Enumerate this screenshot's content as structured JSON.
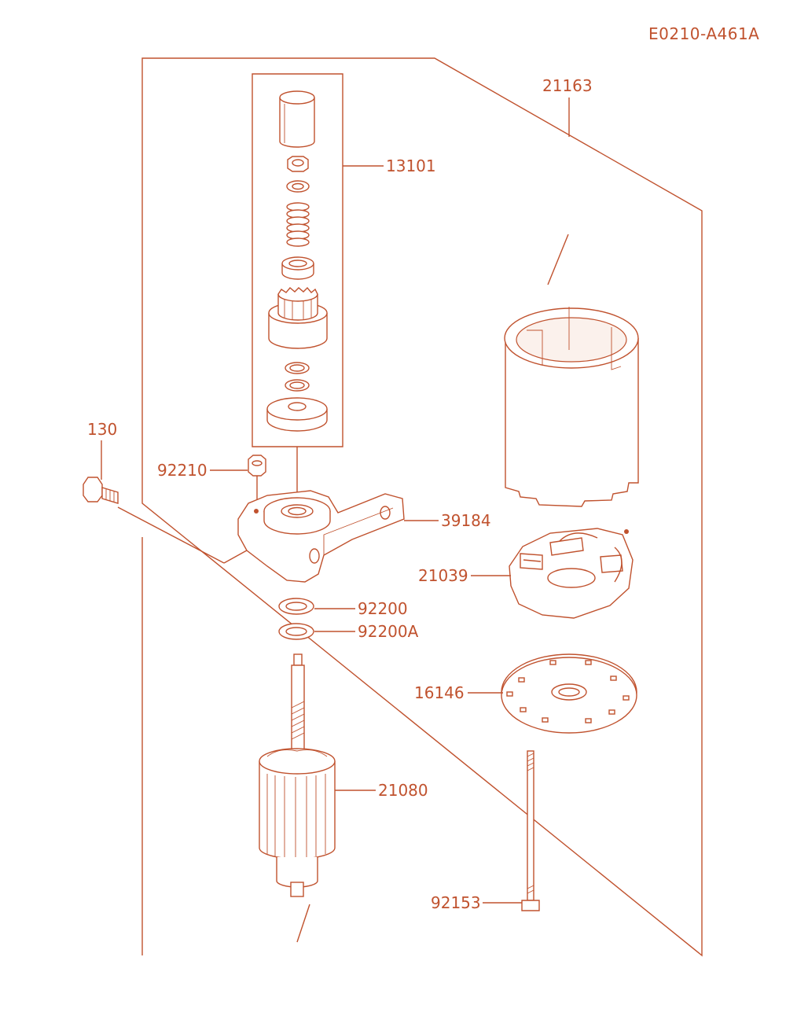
{
  "diagram_code": "E0210-A461A",
  "labels": {
    "l21163": "21163",
    "l13101": "13101",
    "l130": "130",
    "l92210": "92210",
    "l39184": "39184",
    "l21039": "21039",
    "l92200": "92200",
    "l92200A": "92200A",
    "l16146": "16146",
    "l21080": "21080",
    "l92153": "92153"
  },
  "colors": {
    "ink": "#c0522e",
    "paper": "#ffffff"
  }
}
